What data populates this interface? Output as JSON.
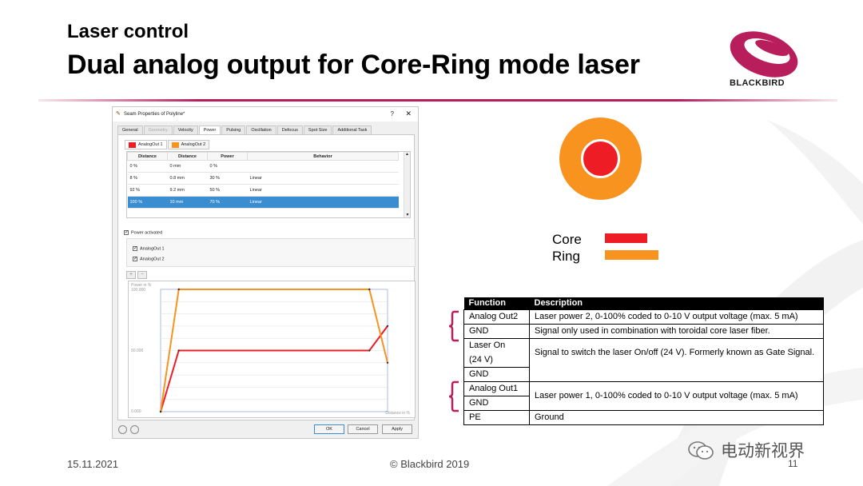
{
  "slide": {
    "subtitle": "Laser control",
    "title": "Dual analog output for Core-Ring mode laser",
    "logo_text": "BLACKBIRD",
    "footer_date": "15.11.2021",
    "footer_copyright": "© Blackbird 2019",
    "page_number": "11",
    "watermark": "电动新视界",
    "accent_color": "#b81e5c"
  },
  "dialog": {
    "title": "Seam Properties of Polyline*",
    "help": "?",
    "close": "✕",
    "tabs": [
      "General",
      "Geometry",
      "Velocity",
      "Power",
      "Pulsing",
      "Oscillation",
      "Defocus",
      "Spot Size",
      "Additional Task"
    ],
    "active_tab": "Power",
    "disabled_tab": "Geometry",
    "subtabs": [
      {
        "label": "AnalogOut 1",
        "color": "#ee1c25"
      },
      {
        "label": "AnalogOut 2",
        "color": "#f7931e"
      }
    ],
    "table": {
      "headers": [
        "Distance",
        "Distance",
        "Power",
        "Behavior"
      ],
      "rows": [
        [
          "0 %",
          "0 mm",
          "0 %",
          ""
        ],
        [
          "8 %",
          "0.8 mm",
          "30 %",
          "Linear"
        ],
        [
          "92 %",
          "9.2 mm",
          "50 %",
          "Linear"
        ],
        [
          "100 %",
          "10 mm",
          "70 %",
          "Linear"
        ]
      ],
      "selected_row": 3
    },
    "power_activated": "Power activated",
    "outputs": [
      "AnalogOut 1",
      "AnalogOut 2"
    ],
    "chart": {
      "ylabel": "Power in %",
      "xlabel": "Distance in %",
      "yticks": [
        "100.000",
        "50.000",
        "0.000"
      ]
    },
    "buttons": {
      "ok": "OK",
      "cancel": "Cancel",
      "apply": "Apply"
    }
  },
  "chart_data": {
    "type": "line",
    "xlabel": "Distance in %",
    "ylabel": "Power in %",
    "xlim": [
      0,
      100
    ],
    "ylim": [
      0,
      100
    ],
    "series": [
      {
        "name": "AnalogOut 1",
        "color": "#ee1c25",
        "x": [
          0,
          8,
          92,
          100
        ],
        "y": [
          0,
          50,
          50,
          70
        ]
      },
      {
        "name": "AnalogOut 2",
        "color": "#f7931e",
        "x": [
          0,
          8,
          92,
          100
        ],
        "y": [
          0,
          100,
          100,
          40
        ]
      }
    ]
  },
  "legend": {
    "core": {
      "label": "Core",
      "color": "#ee1c25"
    },
    "ring": {
      "label": "Ring",
      "color": "#f7931e"
    }
  },
  "function_table": {
    "headers": [
      "Function",
      "Description"
    ],
    "rows": [
      {
        "function": "Analog Out2",
        "description": "Laser power 2,  0-100% coded to 0-10 V output voltage (max. 5 mA)"
      },
      {
        "function": "GND",
        "description": "Signal only used in combination with toroidal core laser fiber."
      },
      {
        "function": "Laser On",
        "description": "Signal to switch the laser On/off (24 V).  Formerly known as Gate Signal."
      },
      {
        "function": "(24 V)",
        "description": ""
      },
      {
        "function": "GND",
        "description": ""
      },
      {
        "function": "Analog Out1",
        "description": "Laser power 1,  0-100% coded to 0-10 V output voltage (max. 5 mA)"
      },
      {
        "function": "GND",
        "description": ""
      },
      {
        "function": "PE",
        "description": "Ground"
      }
    ]
  }
}
